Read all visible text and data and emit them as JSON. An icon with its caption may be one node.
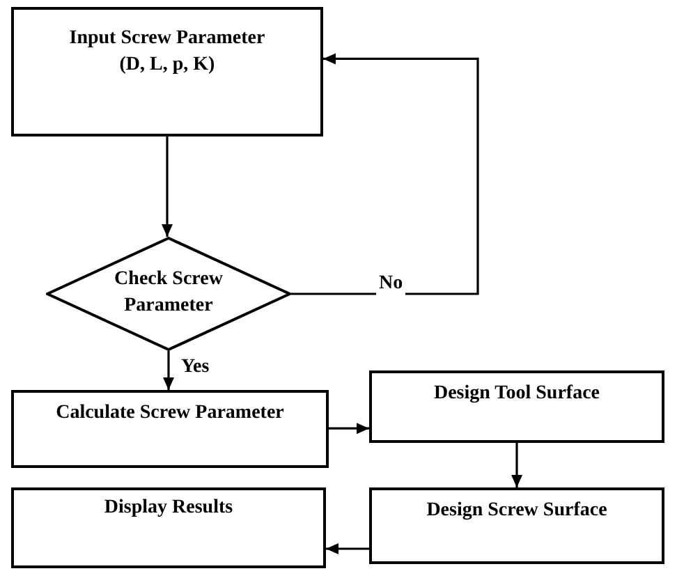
{
  "diagram": {
    "nodes": [
      {
        "text": [
          "Input Screw Parameter",
          "(D, L, p, K)"
        ]
      },
      {
        "text": [
          "Check Screw Parameter"
        ]
      },
      {
        "text": [
          "Calculate Screw Parameter"
        ]
      },
      {
        "text": [
          "Design Tool Surface"
        ]
      },
      {
        "text": [
          "Display Results"
        ]
      },
      {
        "text": [
          "Design Screw Surface"
        ]
      }
    ],
    "edges": [
      {
        "from": 0,
        "to": 1,
        "arrow": "to"
      },
      {
        "from": 1,
        "to": 0,
        "arrow": "to",
        "label": "No"
      },
      {
        "from": 1,
        "to": 2,
        "arrow": "to",
        "label": "Yes"
      },
      {
        "from": 2,
        "to": 3,
        "arrow": "to"
      },
      {
        "from": 3,
        "to": 5,
        "arrow": "to"
      },
      {
        "from": 5,
        "to": 4,
        "arrow": "to"
      }
    ]
  }
}
